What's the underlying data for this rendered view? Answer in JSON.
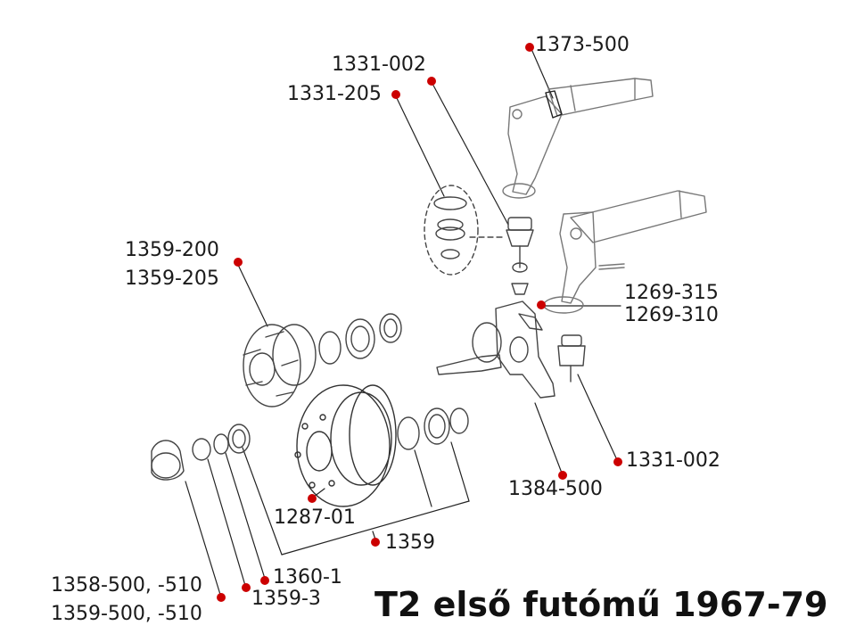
{
  "title": "T2 első futómű 1967-79",
  "dot_color": "#cc0000",
  "labels": {
    "p1373_500": "1373-500",
    "p1331_002_top": "1331-002",
    "p1331_205": "1331-205",
    "p1359_200": "1359-200",
    "p1359_205": "1359-205",
    "p1269_315": "1269-315",
    "p1269_310": "1269-310",
    "p1331_002_right": "1331-002",
    "p1384_500": "1384-500",
    "p1287_01": "1287-01",
    "p1359": "1359",
    "p1360_1": "1360-1",
    "p1359_3": "1359-3",
    "p1358_500": "1358-500, -510",
    "p1359_500": "1359-500, -510"
  }
}
